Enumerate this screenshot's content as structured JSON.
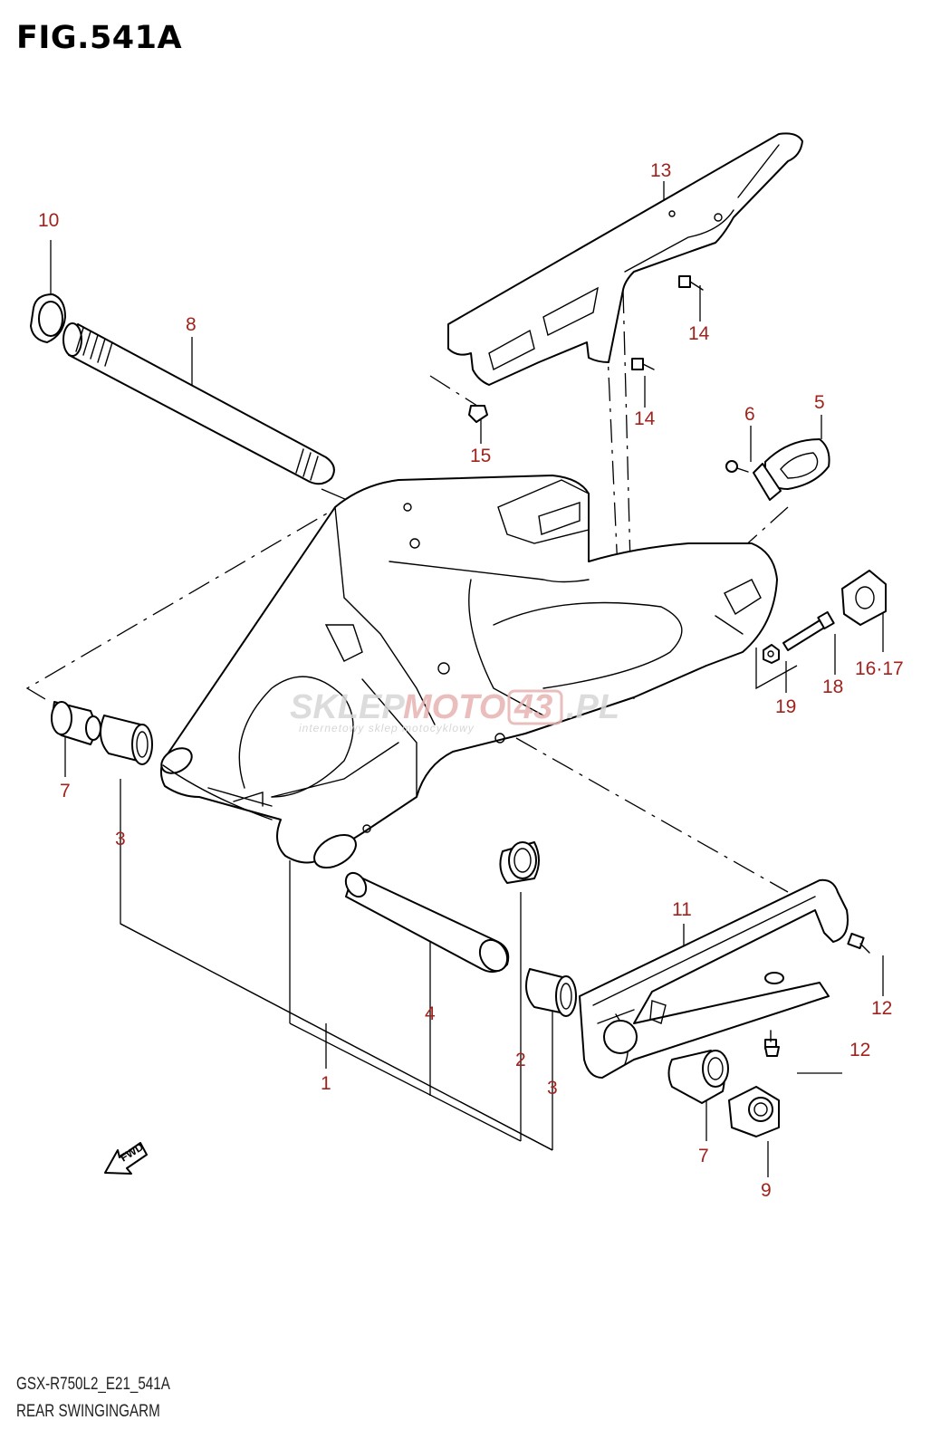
{
  "figure": {
    "title": "FIG.541A",
    "model_code": "GSX-R750L2_E21_541A",
    "name": "REAR SWINGINGARM"
  },
  "watermark": {
    "text_a": "SKLEP",
    "text_b": "MOTO",
    "text_c": "43",
    "text_d": ".PL",
    "subtitle": "internetowy sklep motocyklowy"
  },
  "fwd_label": "FWD",
  "callouts": [
    {
      "id": "c10",
      "label": "10"
    },
    {
      "id": "c8",
      "label": "8"
    },
    {
      "id": "c13",
      "label": "13"
    },
    {
      "id": "c14a",
      "label": "14"
    },
    {
      "id": "c14b",
      "label": "14"
    },
    {
      "id": "c15",
      "label": "15"
    },
    {
      "id": "c6",
      "label": "6"
    },
    {
      "id": "c5",
      "label": "5"
    },
    {
      "id": "c1617",
      "label": "16·17"
    },
    {
      "id": "c18",
      "label": "18"
    },
    {
      "id": "c19",
      "label": "19"
    },
    {
      "id": "c7a",
      "label": "7"
    },
    {
      "id": "c3a",
      "label": "3"
    },
    {
      "id": "c4",
      "label": "4"
    },
    {
      "id": "c1",
      "label": "1"
    },
    {
      "id": "c2",
      "label": "2"
    },
    {
      "id": "c3b",
      "label": "3"
    },
    {
      "id": "c11",
      "label": "11"
    },
    {
      "id": "c12a",
      "label": "12"
    },
    {
      "id": "c12b",
      "label": "12"
    },
    {
      "id": "c7b",
      "label": "7"
    },
    {
      "id": "c9",
      "label": "9"
    }
  ],
  "colors": {
    "callout": "#a0231d",
    "line": "#000000",
    "watermark": "#d6d6d6"
  }
}
